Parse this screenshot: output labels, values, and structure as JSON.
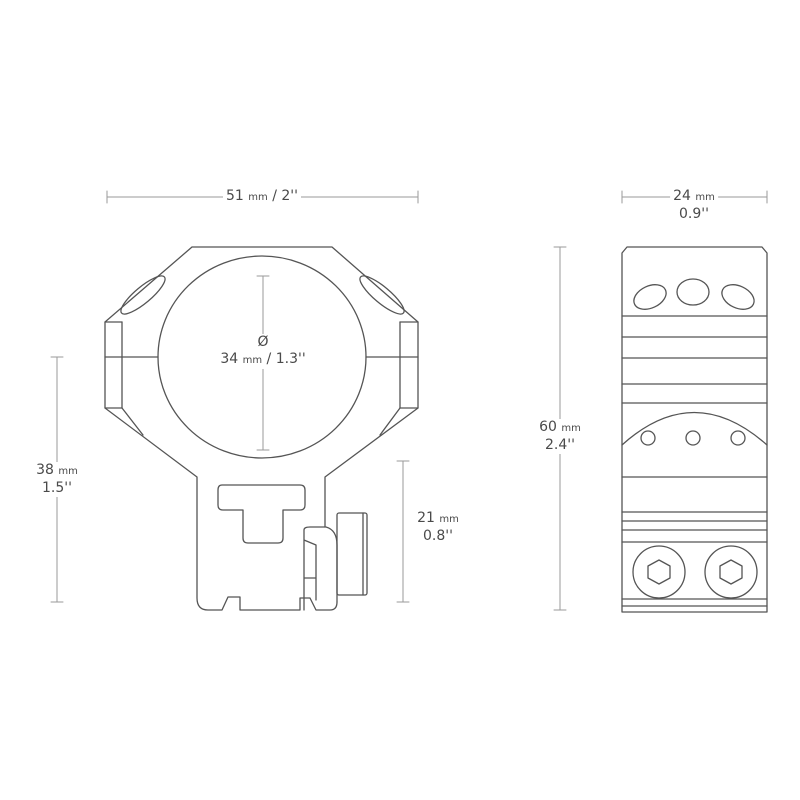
{
  "colors": {
    "line": "#555555",
    "dim": "#9a9a9a",
    "text": "#4a4a4a"
  },
  "dimensions": {
    "width": {
      "mm": "51",
      "unit": "mm",
      "inch": "/ 2''"
    },
    "diameter": {
      "symbol": "Ø",
      "mm": "34",
      "unit": "mm",
      "inch": "/ 1.3''"
    },
    "height_base": {
      "mm": "38",
      "unit": "mm",
      "inch": "1.5''"
    },
    "height_rail": {
      "mm": "21",
      "unit": "mm",
      "inch": "0.8''"
    },
    "total_height": {
      "mm": "60",
      "unit": "mm",
      "inch": "2.4''"
    },
    "depth": {
      "mm": "24",
      "unit": "mm",
      "inch": "0.9''"
    }
  }
}
